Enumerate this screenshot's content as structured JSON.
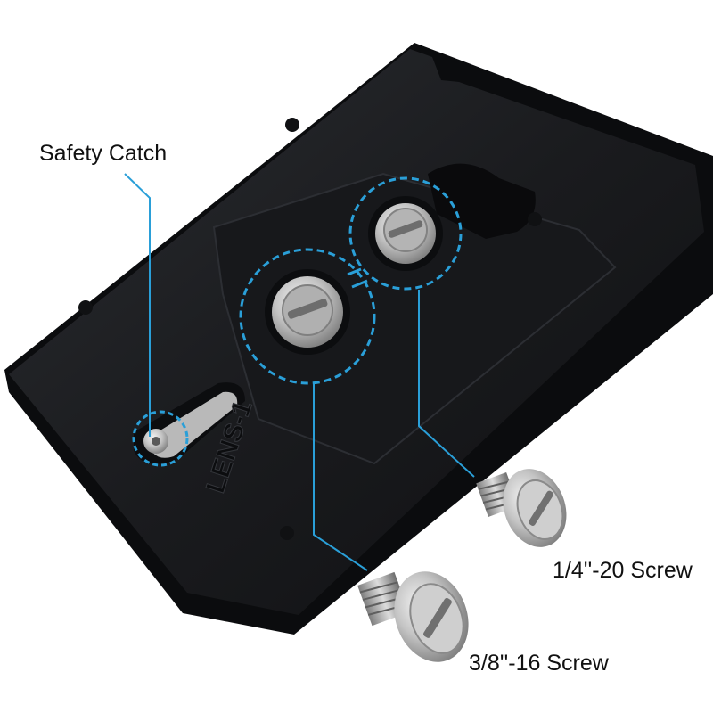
{
  "callouts": {
    "safety_catch": "Safety Catch",
    "quarter_screw": "1/4''-20 Screw",
    "threeeighths_screw": "3/8''-16 Screw"
  },
  "plate": {
    "engraving": "LENS-1"
  },
  "colors": {
    "plate": "#141517",
    "callout_line": "#2a9fd8",
    "screw_silver": "#c8c8c8"
  }
}
